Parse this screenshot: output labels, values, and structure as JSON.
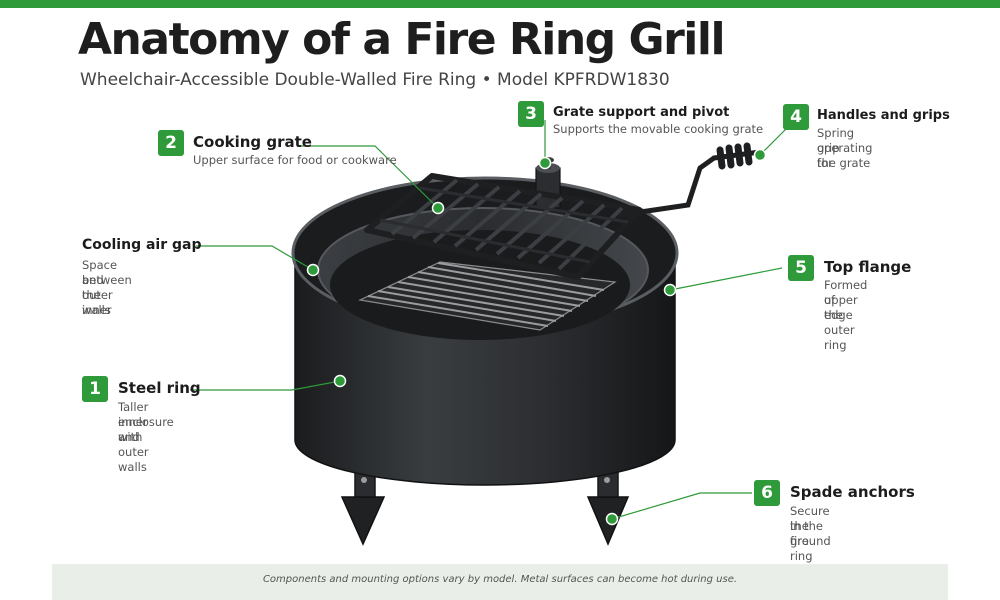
{
  "header": {
    "title": "Anatomy of a Fire Ring Grill",
    "subtitle": "Wheelchair-Accessible Double-Walled Fire Ring • Model KPFRDW1830"
  },
  "colors": {
    "accent_green": "#2e9a3a",
    "metal_dark": "#222426",
    "metal_mid": "#3a3d40",
    "footer_bg": "#e9efe8"
  },
  "callouts": [
    {
      "number": "1",
      "title": "Steel ring",
      "description": [
        "Taller enclosure with",
        "inner and outer walls"
      ]
    },
    {
      "number": "2",
      "title": "Cooking grate",
      "description": [
        "Upper surface for food or cookware"
      ]
    },
    {
      "number": "3",
      "title": "Grate support and pivot",
      "description": [
        "Supports the movable cooking grate"
      ]
    },
    {
      "number": "4",
      "title": "Handles and grips",
      "description": [
        "Spring grip for",
        "operating the grate"
      ]
    },
    {
      "number": "5",
      "title": "Top flange",
      "description": [
        "Formed upper edge",
        "of the outer ring"
      ]
    },
    {
      "number": "6",
      "title": "Spade anchors",
      "description": [
        "Secure the fire ring",
        "in the ground"
      ]
    },
    {
      "number": "",
      "title": "Cooling air gap",
      "description": [
        "Space between the inner",
        "and outer walls"
      ]
    }
  ],
  "footer": {
    "note": "Components and mounting options vary by model. Metal surfaces can become hot during use."
  }
}
